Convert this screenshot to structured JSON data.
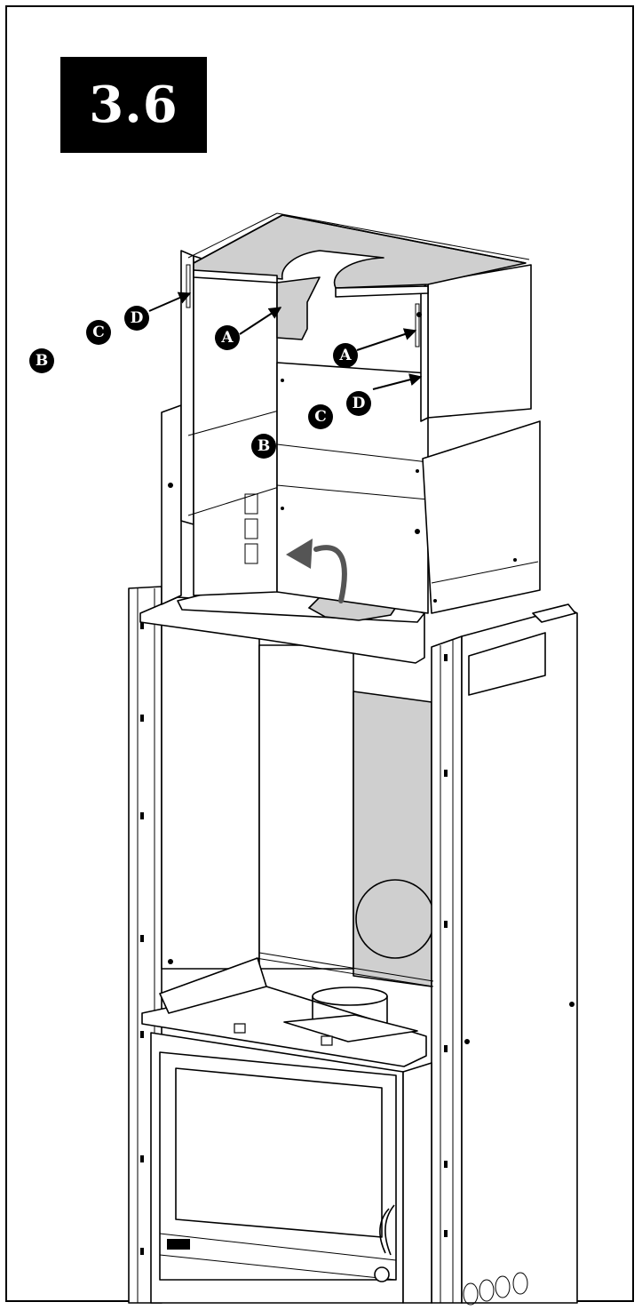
{
  "figure": {
    "step_number": "3.6"
  },
  "callouts": [
    {
      "id": "A",
      "label": "A"
    },
    {
      "id": "A",
      "label": "A"
    },
    {
      "id": "B",
      "label": "B"
    },
    {
      "id": "B",
      "label": "B"
    },
    {
      "id": "C",
      "label": "C"
    },
    {
      "id": "C",
      "label": "C"
    },
    {
      "id": "D",
      "label": "D"
    },
    {
      "id": "D",
      "label": "D"
    }
  ]
}
